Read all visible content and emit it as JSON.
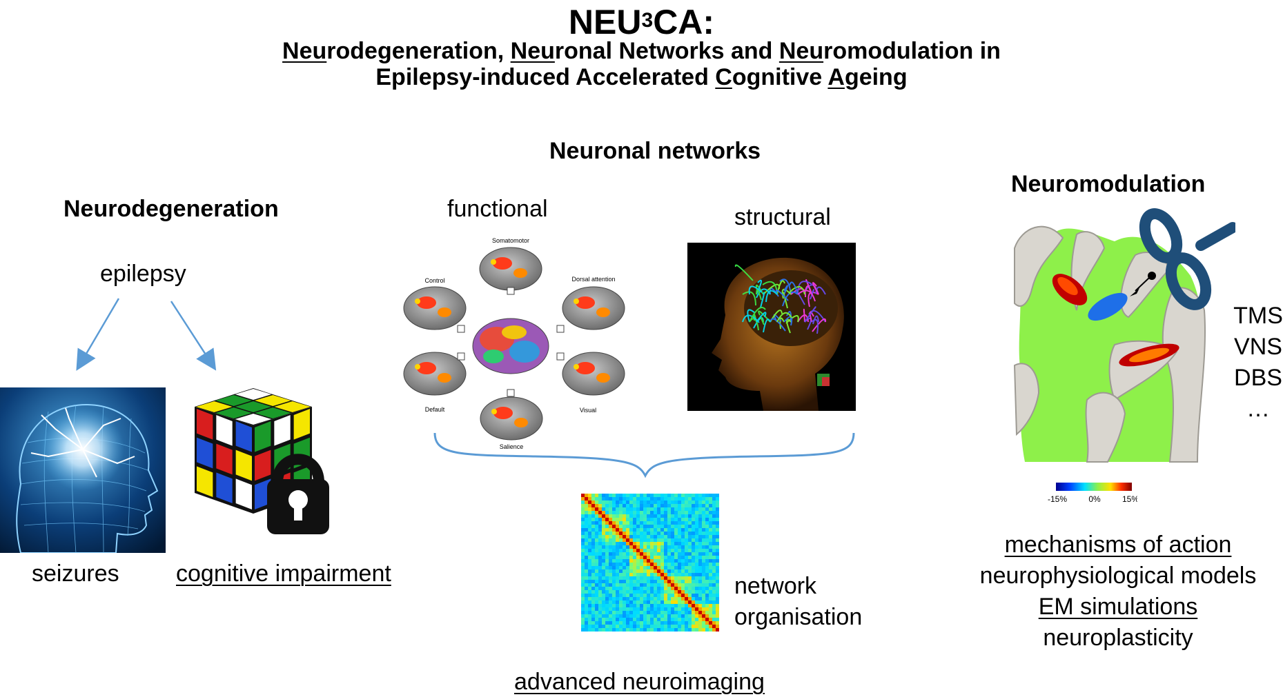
{
  "title": {
    "main": "NEU",
    "sup": "3",
    "suffix": "CA:"
  },
  "subtitle": {
    "line1": [
      {
        "t": "Neu",
        "u": true
      },
      {
        "t": "rodegeneration, ",
        "u": false
      },
      {
        "t": "Neu",
        "u": true
      },
      {
        "t": "ronal Networks and ",
        "u": false
      },
      {
        "t": "Neu",
        "u": true
      },
      {
        "t": "romodulation in",
        "u": false
      }
    ],
    "line2": [
      {
        "t": "Epilepsy-induced Accelerated ",
        "u": false
      },
      {
        "t": "C",
        "u": true
      },
      {
        "t": "ognitive ",
        "u": false
      },
      {
        "t": "A",
        "u": true
      },
      {
        "t": "geing",
        "u": false
      }
    ]
  },
  "neurodegeneration": {
    "heading": "Neurodegeneration",
    "epilepsy": "epilepsy",
    "seizures": "seizures",
    "cognitive": "cognitive impairment"
  },
  "networks": {
    "heading": "Neuronal networks",
    "functional": "functional",
    "structural": "structural",
    "network_label_1": "network",
    "network_label_2": "organisation",
    "footer": "advanced neuroimaging",
    "rsn_labels": {
      "somatomotor": "Somatomotor",
      "control": "Control",
      "dorsal": "Dorsal attention",
      "default": "Default",
      "visual": "Visual",
      "salience": "Salience"
    }
  },
  "neuromodulation": {
    "heading": "Neuromodulation",
    "methods": [
      "TMS",
      "VNS",
      "DBS",
      "…"
    ],
    "scale": [
      "-15%",
      "0%",
      "15%"
    ],
    "list": [
      {
        "t": "mechanisms of action",
        "u": true
      },
      {
        "t": "neurophysiological models",
        "u": false
      },
      {
        "t": "EM simulations",
        "u": true
      },
      {
        "t": "neuroplasticity",
        "u": false
      }
    ]
  },
  "colors": {
    "arrow": "#5b9bd5",
    "coil": "#1f4e79",
    "brace": "#5b9bd5"
  }
}
